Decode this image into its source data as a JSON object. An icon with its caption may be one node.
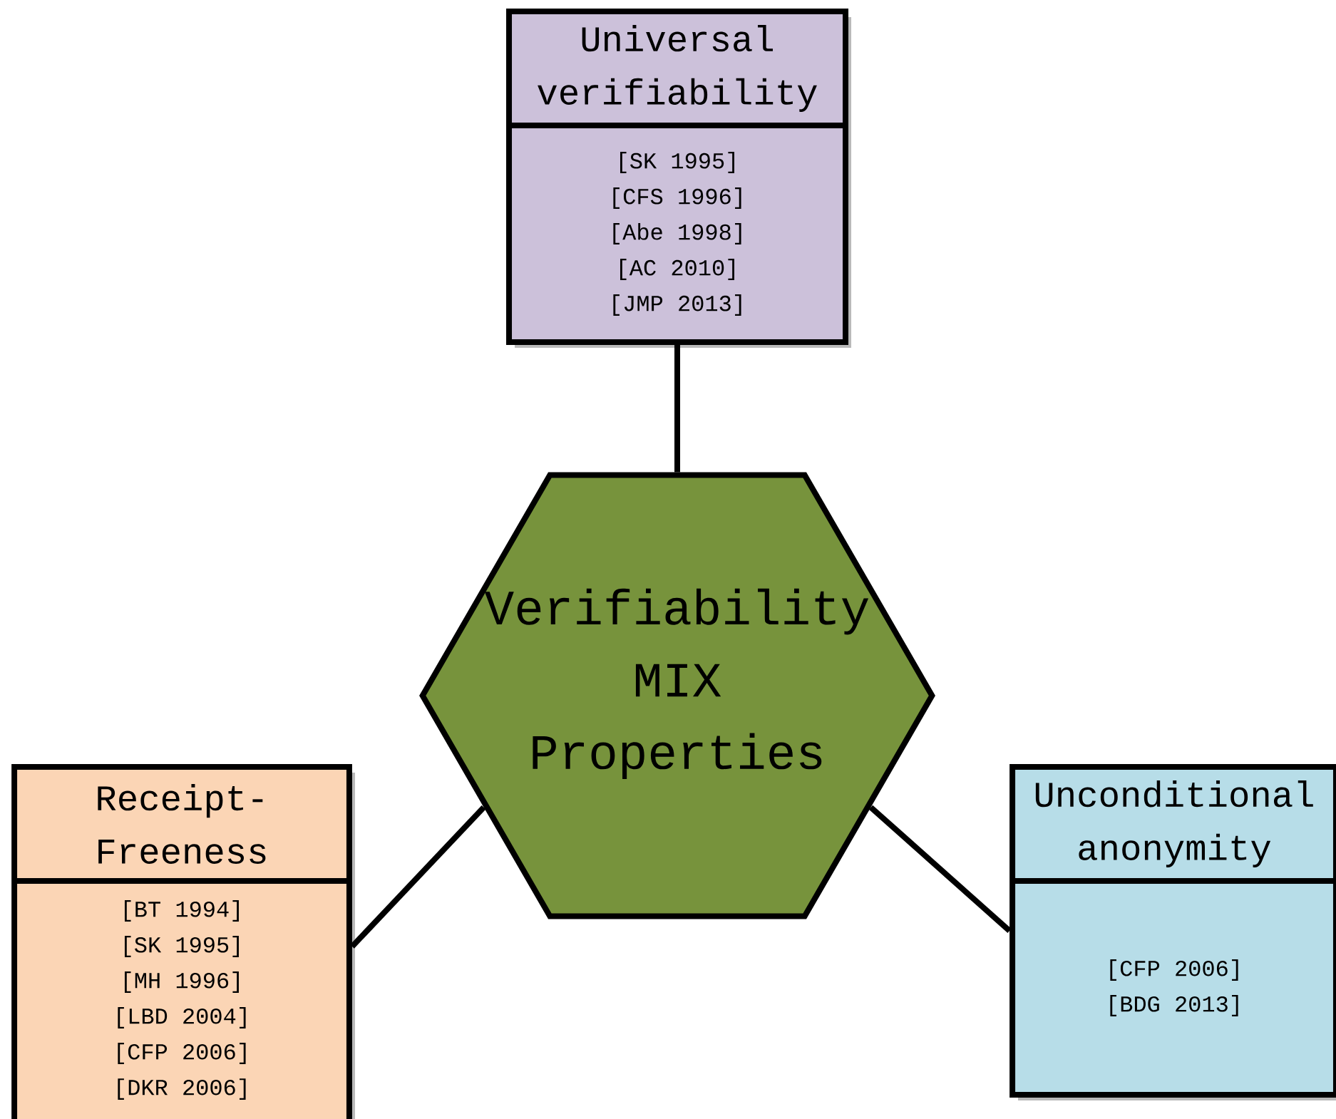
{
  "diagram": {
    "nodes": [
      {
        "text": [
          "Universal verifiability",
          "[SK 1995]",
          "[CFS 1996]",
          "[Abe 1998]",
          "[AC 2010]",
          "[JMP 2013]"
        ]
      },
      {
        "text": [
          "Verifiability MIX Properties"
        ]
      },
      {
        "text": [
          "Receipt-Freeness",
          "[BT 1994]",
          "[SK 1995]",
          "[MH 1996]",
          "[LBD 2004]",
          "[CFP 2006]",
          "[DKR 2006]"
        ]
      },
      {
        "text": [
          "Unconditional anonymity",
          "[CFP 2006]",
          "[BDG 2013]"
        ]
      }
    ],
    "edges": [
      {
        "from": 1,
        "to": 0,
        "arrow": "none"
      },
      {
        "from": 1,
        "to": 2,
        "arrow": "none"
      },
      {
        "from": 1,
        "to": 3,
        "arrow": "none"
      }
    ]
  }
}
